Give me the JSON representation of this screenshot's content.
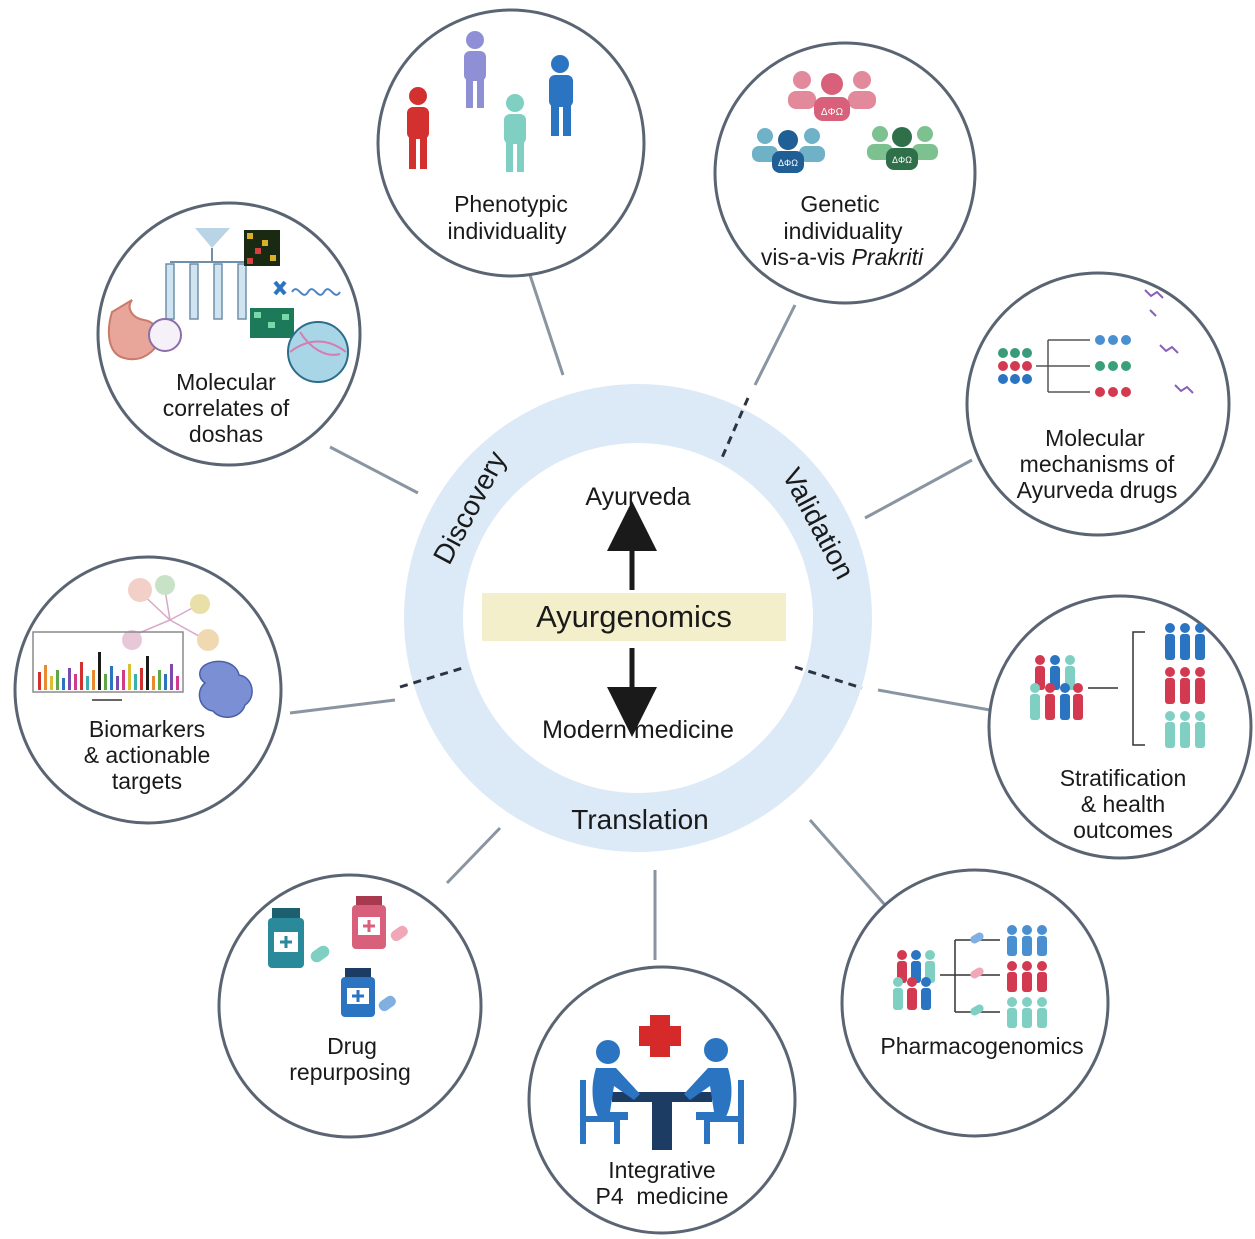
{
  "center": {
    "top_label": "Ayurveda",
    "title": "Ayurgenomics",
    "bottom_label": "Modern medicine"
  },
  "ring": {
    "discovery": "Discovery",
    "validation": "Validation",
    "translation": "Translation"
  },
  "satellites": {
    "phenotypic": [
      "Phenotypic",
      "individuality"
    ],
    "genetic": [
      "Genetic",
      "individuality",
      "vis-a-vis "
    ],
    "genetic_italic": "Prakriti",
    "molecular_correlates": [
      "Molecular",
      "correlates of",
      "doshas"
    ],
    "molecular_mechanisms": [
      "Molecular",
      "mechanisms of",
      "Ayurveda drugs"
    ],
    "biomarkers": [
      "Biomarkers",
      "& actionable",
      "targets"
    ],
    "stratification": [
      "Stratification",
      "& health",
      "outcomes"
    ],
    "drug_repurposing": [
      "Drug",
      "repurposing"
    ],
    "integrative": [
      "Integrative",
      "P4  medicine"
    ],
    "pharmacogenomics": [
      "Pharmacogenomics"
    ]
  },
  "icon_badge": "ΔΦΩ",
  "colors": {
    "ring": "#dce9f6",
    "highlight": "#f3efcb",
    "circle_stroke": "#5a6472",
    "connector": "#8a95a2",
    "red": "#d33030",
    "purple": "#8e8fd4",
    "teal": "#7fcfc3",
    "blue": "#2a74c2",
    "pink": "#d9607a",
    "green": "#4f9a6a",
    "dark_blue": "#1f5f95",
    "cross_red": "#d62a2a",
    "navy": "#1d3c63"
  }
}
